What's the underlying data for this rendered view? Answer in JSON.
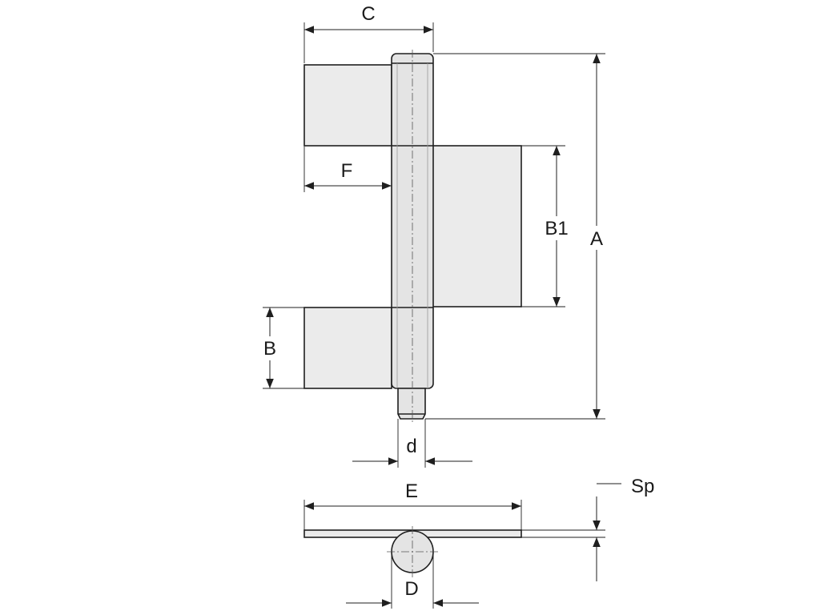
{
  "labels": {
    "A": "A",
    "B": "B",
    "B1": "B1",
    "C": "C",
    "D": "D",
    "E": "E",
    "F": "F",
    "d": "d",
    "Sp": "Sp"
  },
  "colors": {
    "leaf_fill": "#ebebeb",
    "pin_fill": "#e4e4e4",
    "stroke": "#1f1f1f",
    "background": "#ffffff"
  }
}
